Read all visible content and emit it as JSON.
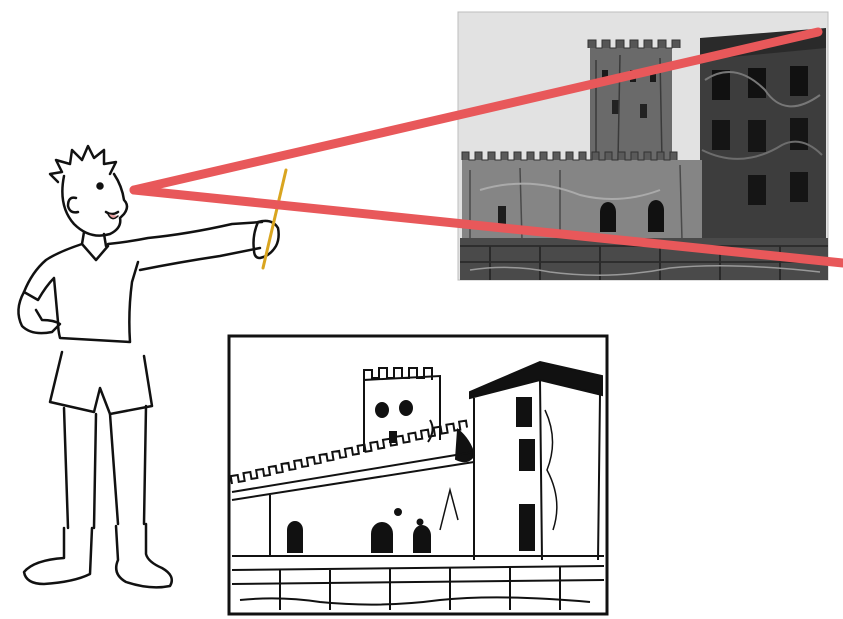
{
  "illustration": {
    "figure": "boy-measuring-with-pencil",
    "photo": "castle-photograph",
    "drawing": "castle-line-drawing"
  },
  "colors": {
    "sight_line": "#e8585a",
    "pencil": "#d9a520",
    "ink": "#111111",
    "photo_sky": "#e2e2e2",
    "paper": "#ffffff"
  }
}
